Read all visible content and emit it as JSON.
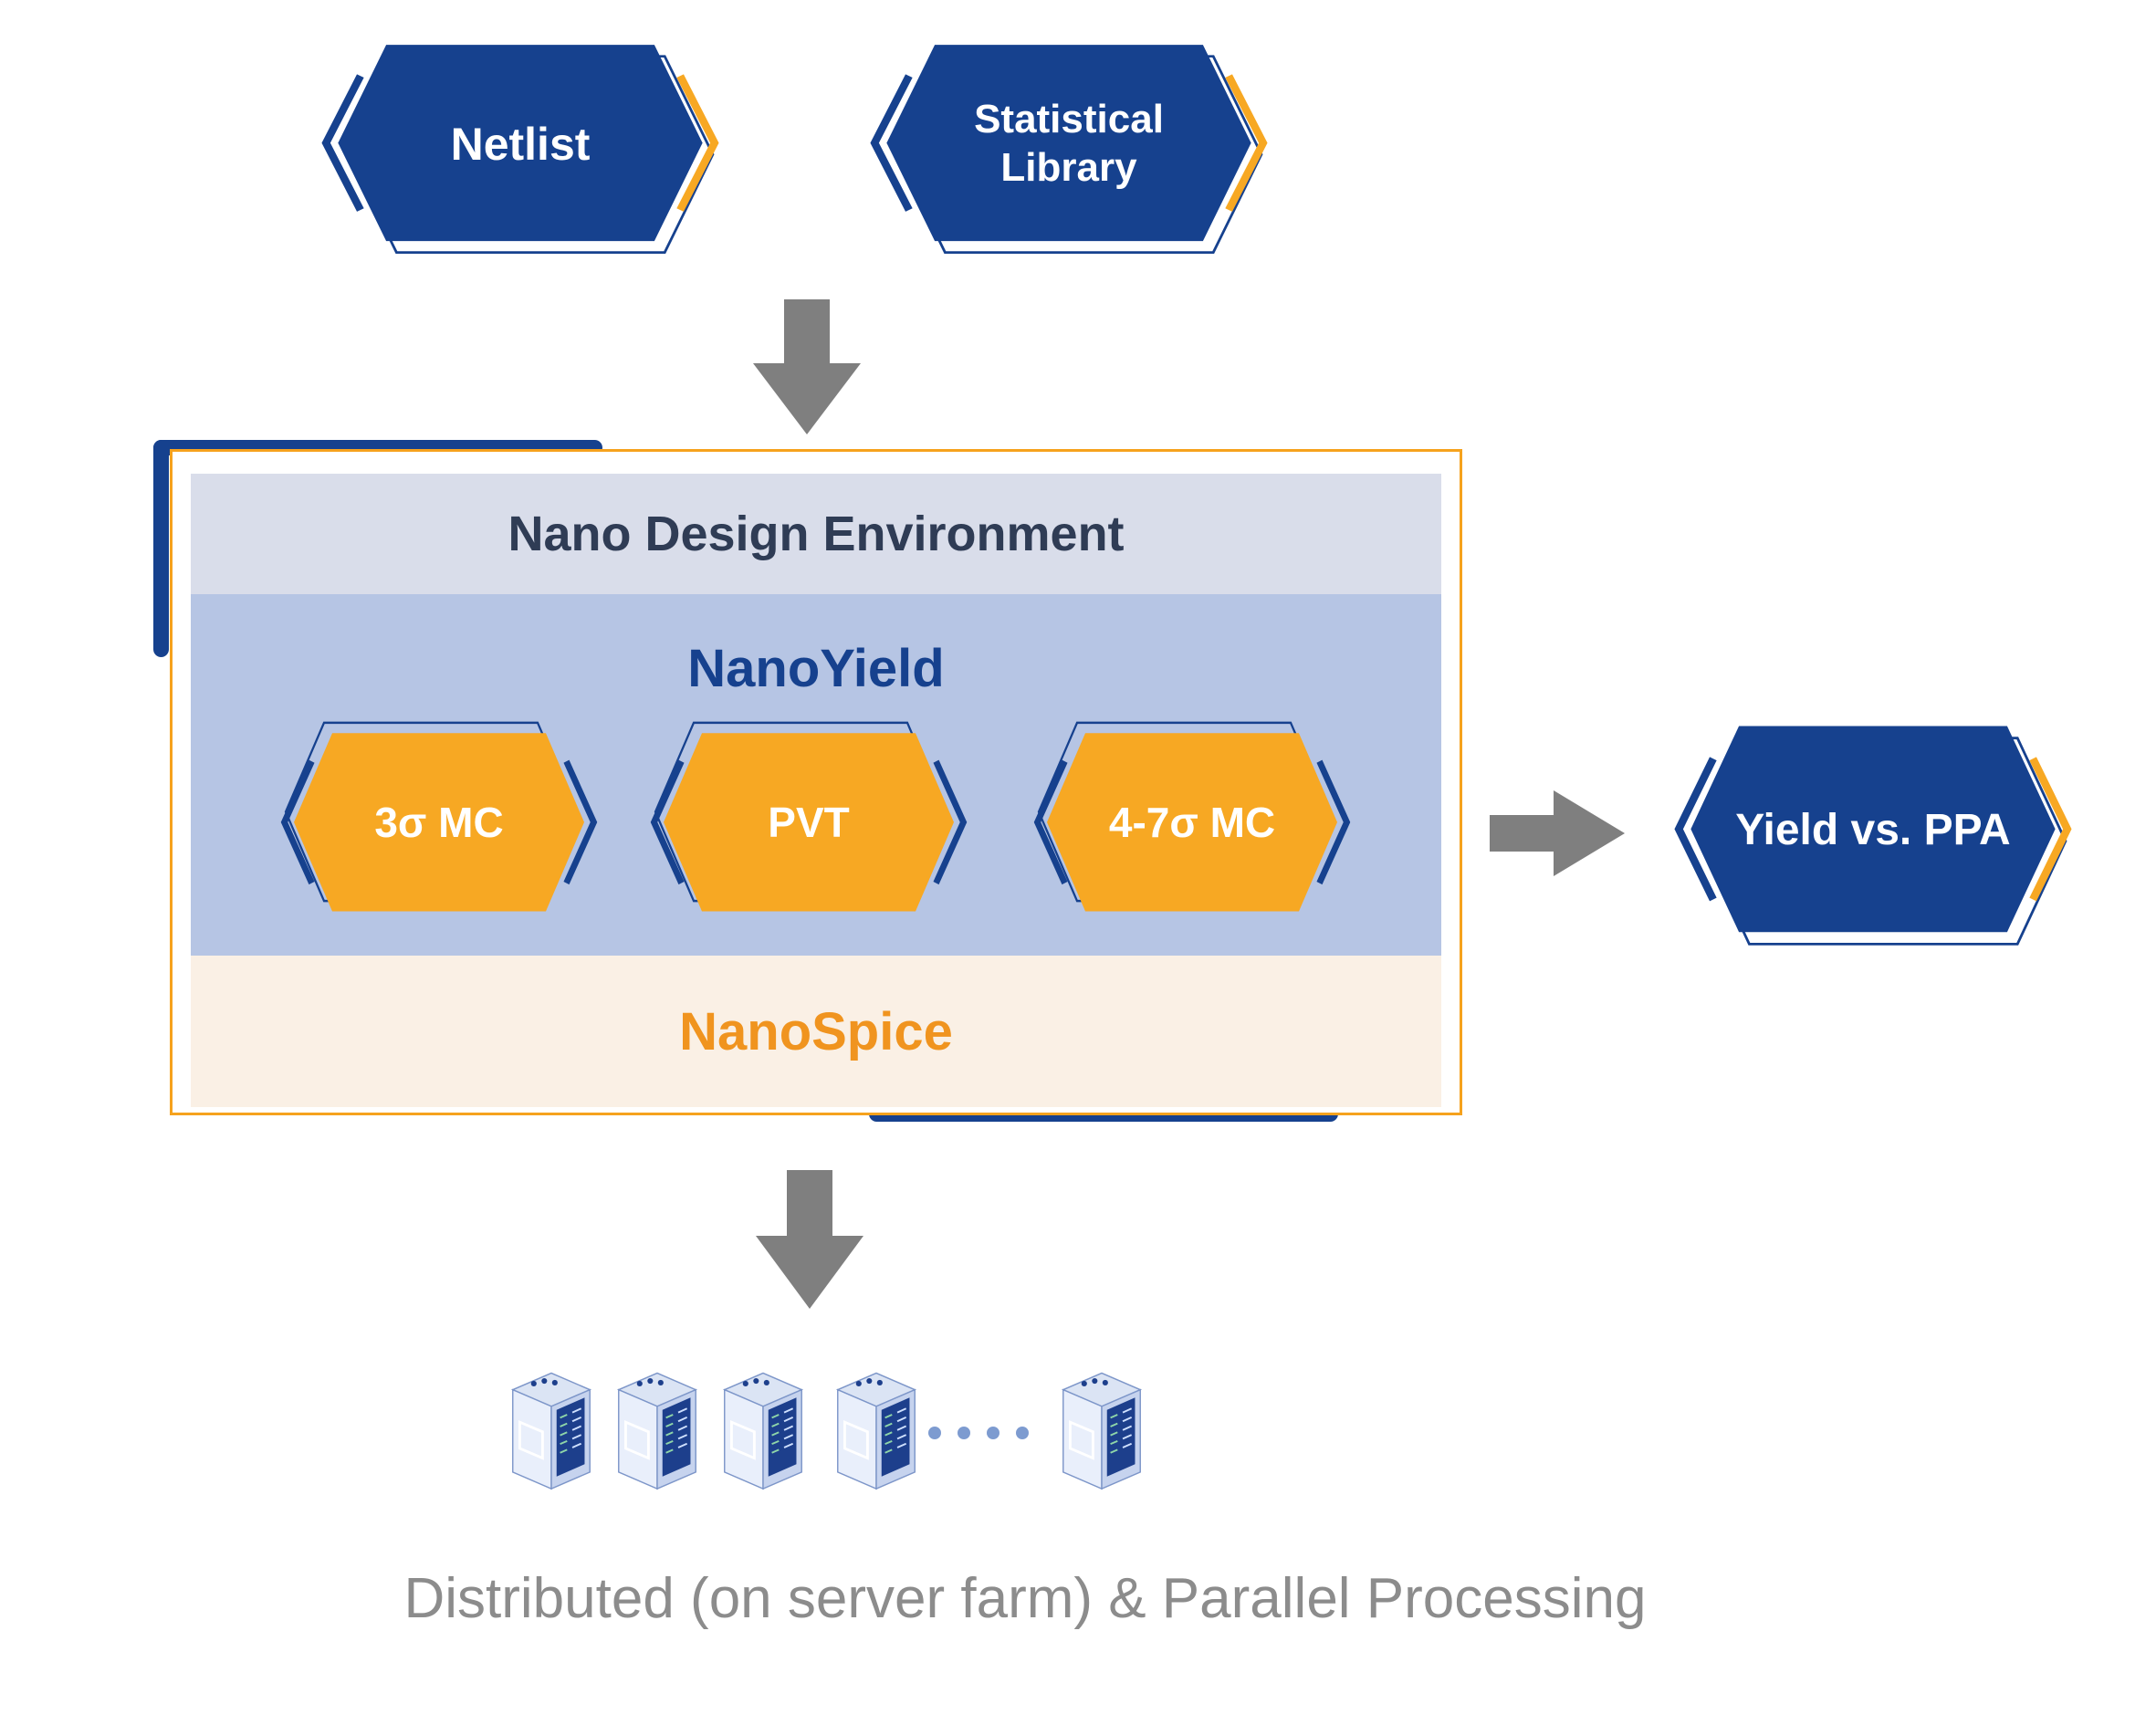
{
  "inputs": {
    "netlist": "Netlist",
    "statistical_library": "Statistical\nLibrary"
  },
  "environment": {
    "title": "Nano Design Environment",
    "nanoyield": {
      "title": "NanoYield",
      "nodes": [
        "3σ MC",
        "PVT",
        "4-7σ MC"
      ]
    },
    "nanospice": {
      "title": "NanoSpice"
    }
  },
  "output": {
    "label": "Yield vs. PPA"
  },
  "caption": "Distributed (on server farm) & Parallel Processing",
  "servers": {
    "count": 5,
    "separator_dots": 4
  },
  "colors": {
    "navy": "#16418e",
    "orange": "#f7a823",
    "box_border_orange": "#f6a21d",
    "header_bg": "#d9ddea",
    "nanoyield_bg": "#b6c5e4",
    "nanospice_bg": "#faf0e5",
    "nanospice_text": "#f0941f",
    "arrow_gray": "#7f7f7f",
    "caption_gray": "#8c8c8c",
    "header_text": "#2f3c55"
  }
}
